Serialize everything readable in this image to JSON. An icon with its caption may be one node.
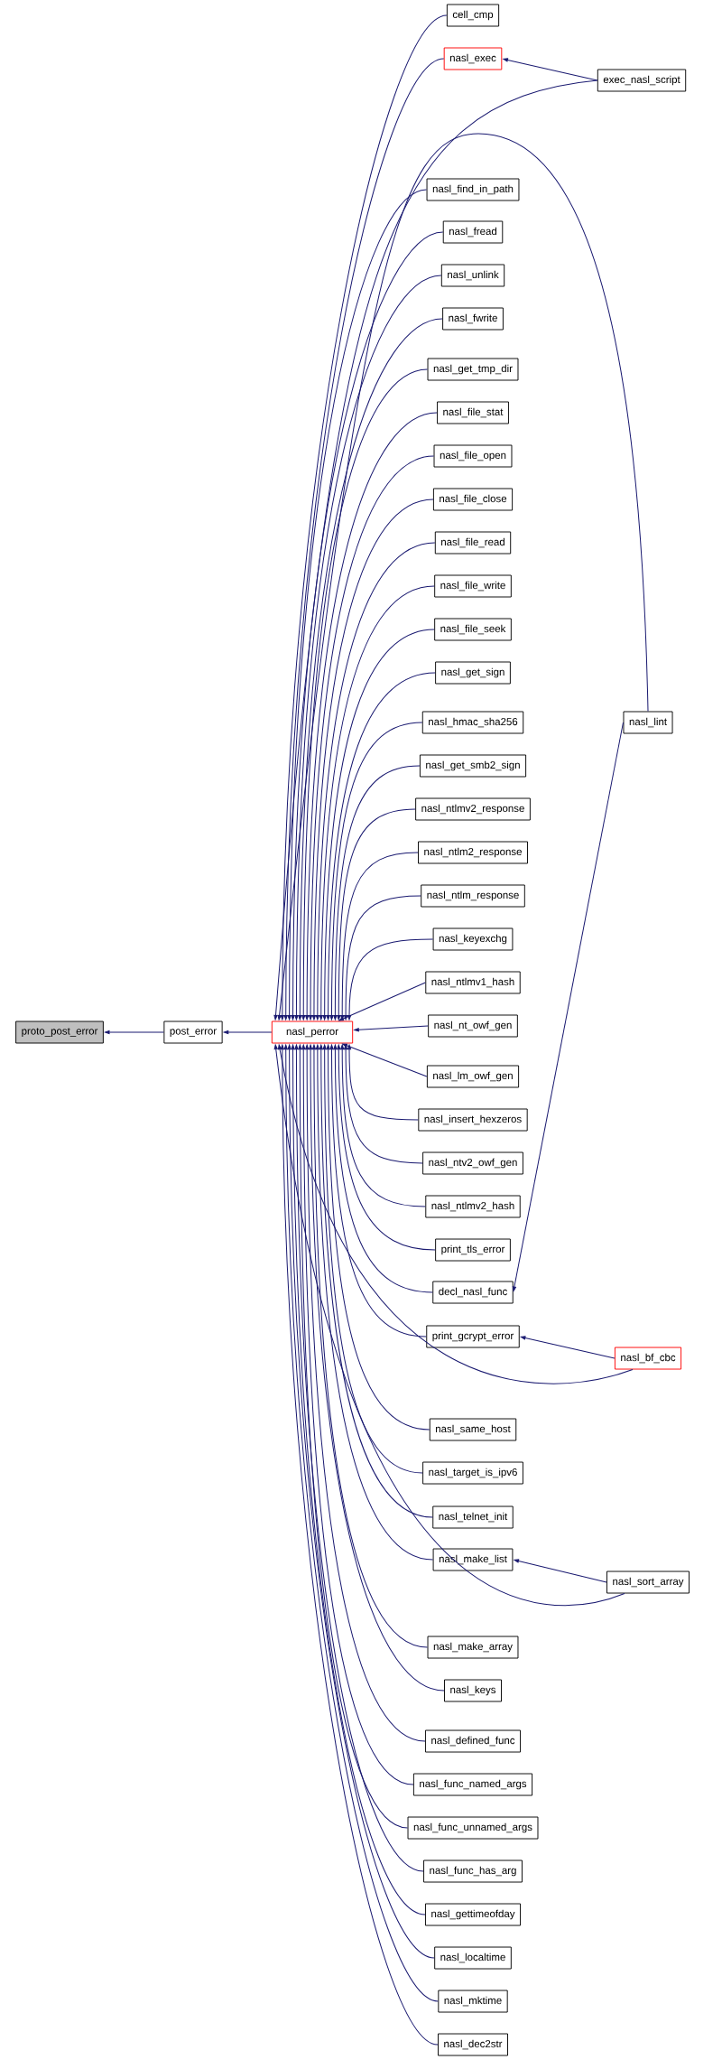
{
  "diagram": {
    "nodes": [
      {
        "text": [
          "proto_post_error"
        ]
      },
      {
        "text": [
          "post_error"
        ]
      },
      {
        "text": [
          "nasl_perror"
        ]
      },
      {
        "text": [
          "cell_cmp"
        ]
      },
      {
        "text": [
          "nasl_exec"
        ]
      },
      {
        "text": [
          "nasl_find_in_path"
        ]
      },
      {
        "text": [
          "nasl_fread"
        ]
      },
      {
        "text": [
          "nasl_unlink"
        ]
      },
      {
        "text": [
          "nasl_fwrite"
        ]
      },
      {
        "text": [
          "nasl_get_tmp_dir"
        ]
      },
      {
        "text": [
          "nasl_file_stat"
        ]
      },
      {
        "text": [
          "nasl_file_open"
        ]
      },
      {
        "text": [
          "nasl_file_close"
        ]
      },
      {
        "text": [
          "nasl_file_read"
        ]
      },
      {
        "text": [
          "nasl_file_write"
        ]
      },
      {
        "text": [
          "nasl_file_seek"
        ]
      },
      {
        "text": [
          "nasl_get_sign"
        ]
      },
      {
        "text": [
          "nasl_hmac_sha256"
        ]
      },
      {
        "text": [
          "nasl_get_smb2_sign"
        ]
      },
      {
        "text": [
          "nasl_ntlmv2_response"
        ]
      },
      {
        "text": [
          "nasl_ntlm2_response"
        ]
      },
      {
        "text": [
          "nasl_ntlm_response"
        ]
      },
      {
        "text": [
          "nasl_keyexchg"
        ]
      },
      {
        "text": [
          "nasl_ntlmv1_hash"
        ]
      },
      {
        "text": [
          "nasl_nt_owf_gen"
        ]
      },
      {
        "text": [
          "nasl_lm_owf_gen"
        ]
      },
      {
        "text": [
          "nasl_insert_hexzeros"
        ]
      },
      {
        "text": [
          "nasl_ntv2_owf_gen"
        ]
      },
      {
        "text": [
          "nasl_ntlmv2_hash"
        ]
      },
      {
        "text": [
          "print_tls_error"
        ]
      },
      {
        "text": [
          "decl_nasl_func"
        ]
      },
      {
        "text": [
          "print_gcrypt_error"
        ]
      },
      {
        "text": [
          "nasl_same_host"
        ]
      },
      {
        "text": [
          "nasl_target_is_ipv6"
        ]
      },
      {
        "text": [
          "nasl_telnet_init"
        ]
      },
      {
        "text": [
          "nasl_make_list"
        ]
      },
      {
        "text": [
          "nasl_make_array"
        ]
      },
      {
        "text": [
          "nasl_keys"
        ]
      },
      {
        "text": [
          "nasl_defined_func"
        ]
      },
      {
        "text": [
          "nasl_func_named_args"
        ]
      },
      {
        "text": [
          "nasl_func_unnamed_args"
        ]
      },
      {
        "text": [
          "nasl_func_has_arg"
        ]
      },
      {
        "text": [
          "nasl_gettimeofday"
        ]
      },
      {
        "text": [
          "nasl_localtime"
        ]
      },
      {
        "text": [
          "nasl_mktime"
        ]
      },
      {
        "text": [
          "nasl_dec2str"
        ]
      },
      {
        "text": [
          "exec_nasl_script"
        ]
      },
      {
        "text": [
          "nasl_lint"
        ]
      },
      {
        "text": [
          "nasl_bf_cbc"
        ]
      },
      {
        "text": [
          "nasl_sort_array"
        ]
      }
    ],
    "edges": [
      {
        "from": 2,
        "to": 1,
        "arrow": "to"
      },
      {
        "from": 1,
        "to": 0,
        "arrow": "to"
      },
      {
        "from": 3,
        "to": 2,
        "arrow": "to"
      },
      {
        "from": 4,
        "to": 2,
        "arrow": "to"
      },
      {
        "from": 5,
        "to": 2,
        "arrow": "to"
      },
      {
        "from": 6,
        "to": 2,
        "arrow": "to"
      },
      {
        "from": 7,
        "to": 2,
        "arrow": "to"
      },
      {
        "from": 8,
        "to": 2,
        "arrow": "to"
      },
      {
        "from": 9,
        "to": 2,
        "arrow": "to"
      },
      {
        "from": 10,
        "to": 2,
        "arrow": "to"
      },
      {
        "from": 11,
        "to": 2,
        "arrow": "to"
      },
      {
        "from": 12,
        "to": 2,
        "arrow": "to"
      },
      {
        "from": 13,
        "to": 2,
        "arrow": "to"
      },
      {
        "from": 14,
        "to": 2,
        "arrow": "to"
      },
      {
        "from": 15,
        "to": 2,
        "arrow": "to"
      },
      {
        "from": 16,
        "to": 2,
        "arrow": "to"
      },
      {
        "from": 17,
        "to": 2,
        "arrow": "to"
      },
      {
        "from": 18,
        "to": 2,
        "arrow": "to"
      },
      {
        "from": 19,
        "to": 2,
        "arrow": "to"
      },
      {
        "from": 20,
        "to": 2,
        "arrow": "to"
      },
      {
        "from": 21,
        "to": 2,
        "arrow": "to"
      },
      {
        "from": 22,
        "to": 2,
        "arrow": "to"
      },
      {
        "from": 23,
        "to": 2,
        "arrow": "to"
      },
      {
        "from": 24,
        "to": 2,
        "arrow": "to"
      },
      {
        "from": 25,
        "to": 2,
        "arrow": "to"
      },
      {
        "from": 26,
        "to": 2,
        "arrow": "to"
      },
      {
        "from": 27,
        "to": 2,
        "arrow": "to"
      },
      {
        "from": 28,
        "to": 2,
        "arrow": "to"
      },
      {
        "from": 29,
        "to": 2,
        "arrow": "to"
      },
      {
        "from": 30,
        "to": 2,
        "arrow": "to"
      },
      {
        "from": 31,
        "to": 2,
        "arrow": "to"
      },
      {
        "from": 32,
        "to": 2,
        "arrow": "to"
      },
      {
        "from": 33,
        "to": 2,
        "arrow": "to"
      },
      {
        "from": 34,
        "to": 2,
        "arrow": "to"
      },
      {
        "from": 35,
        "to": 2,
        "arrow": "to"
      },
      {
        "from": 36,
        "to": 2,
        "arrow": "to"
      },
      {
        "from": 37,
        "to": 2,
        "arrow": "to"
      },
      {
        "from": 38,
        "to": 2,
        "arrow": "to"
      },
      {
        "from": 39,
        "to": 2,
        "arrow": "to"
      },
      {
        "from": 40,
        "to": 2,
        "arrow": "to"
      },
      {
        "from": 41,
        "to": 2,
        "arrow": "to"
      },
      {
        "from": 42,
        "to": 2,
        "arrow": "to"
      },
      {
        "from": 43,
        "to": 2,
        "arrow": "to"
      },
      {
        "from": 44,
        "to": 2,
        "arrow": "to"
      },
      {
        "from": 45,
        "to": 2,
        "arrow": "to"
      },
      {
        "from": 46,
        "to": 4,
        "arrow": "to"
      },
      {
        "from": 46,
        "to": 2,
        "arrow": "to"
      },
      {
        "from": 47,
        "to": 30,
        "arrow": "to"
      },
      {
        "from": 47,
        "to": 2,
        "arrow": "to"
      },
      {
        "from": 48,
        "to": 31,
        "arrow": "to"
      },
      {
        "from": 48,
        "to": 2,
        "arrow": "to"
      },
      {
        "from": 49,
        "to": 35,
        "arrow": "to"
      },
      {
        "from": 49,
        "to": 2,
        "arrow": "to"
      }
    ]
  }
}
